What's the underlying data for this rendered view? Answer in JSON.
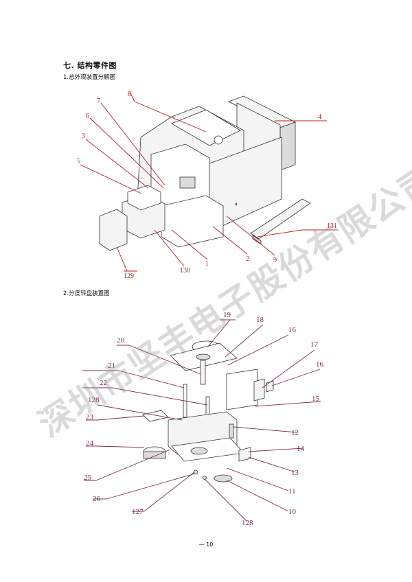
{
  "section_title": "七. 结构零件图",
  "fig1": {
    "caption": "1.总外观装置分解图",
    "labels": [
      "8",
      "7",
      "6",
      "3",
      "5",
      "4",
      "131",
      "129",
      "130",
      "1",
      "2",
      "9"
    ]
  },
  "fig2": {
    "caption": "2.分度转盘装置图",
    "labels": [
      "19",
      "18",
      "16",
      "20",
      "17",
      "16",
      "21",
      "22",
      "15",
      "128",
      "23",
      "12",
      "24",
      "14",
      "13",
      "25",
      "11",
      "26",
      "127",
      "10",
      "128"
    ]
  },
  "watermark": "深圳市坚丰电子股份有限公司",
  "page_number": "— 10"
}
